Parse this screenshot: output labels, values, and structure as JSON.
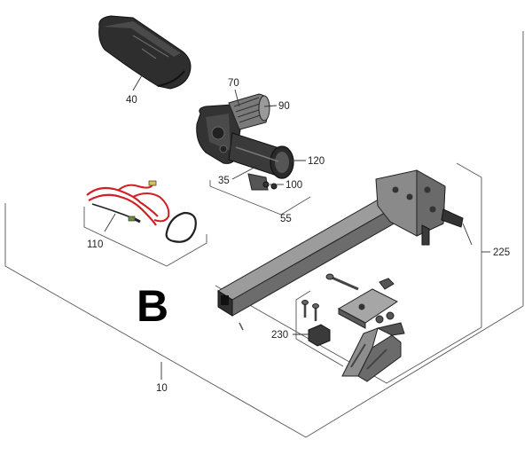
{
  "diagram": {
    "section_letter": "B",
    "callouts": {
      "c40": "40",
      "c70": "70",
      "c90": "90",
      "c120": "120",
      "c35": "35",
      "c100": "100",
      "c55": "55",
      "c110": "110",
      "c225": "225",
      "c230": "230",
      "c10": "10"
    },
    "colors": {
      "part_dark": "#2e2e2e",
      "part_mid": "#5f5f5f",
      "part_light": "#a9a9a9",
      "wire_red": "#d21f26",
      "frame_line": "#555555"
    }
  }
}
